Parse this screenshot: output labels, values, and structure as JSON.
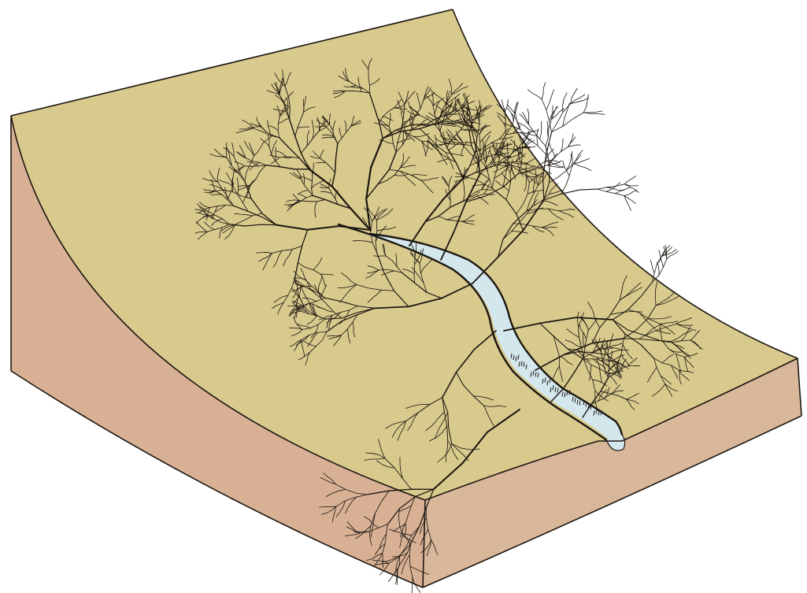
{
  "figure": {
    "subject": "block-diagram",
    "colors": {
      "background": "#ffffff",
      "surface": "#d8c98d",
      "soil_front": "#d9b79a",
      "soil_side": "#d8b195",
      "outline": "#1a1510",
      "water": "#d3e7ec",
      "channel_ink": "#1b1611"
    },
    "icons": [
      "dendritic-drainage",
      "stream-channel",
      "soil-block"
    ]
  }
}
